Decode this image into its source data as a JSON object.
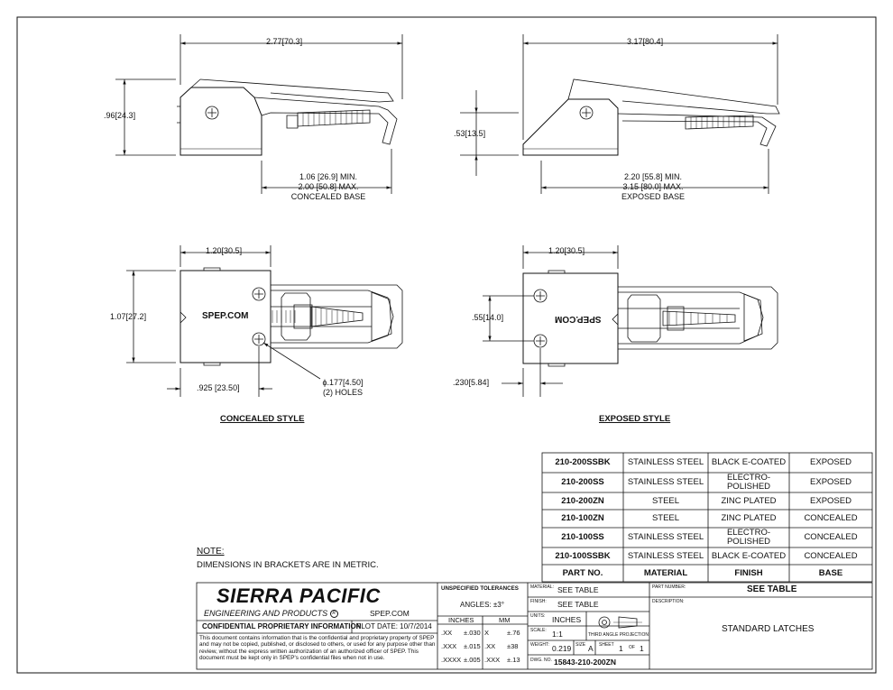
{
  "views": {
    "top_left": {
      "width": "2.77",
      "width_mm": "70.3",
      "height": ".96",
      "height_mm": "24.3",
      "base_line1": "1.06 [26.9] MIN.",
      "base_line2": "2.00 [50.8] MAX.",
      "base_line3": "CONCEALED BASE"
    },
    "top_right": {
      "width": "3.17",
      "width_mm": "80.4",
      "height": ".53",
      "height_mm": "13.5",
      "base_line1": "2.20 [55.8] MIN.",
      "base_line2": "3.15 [80.0] MAX.",
      "base_line3": "EXPOSED BASE"
    },
    "bottom_left": {
      "width": "1.20",
      "width_mm": "30.5",
      "height": "1.07",
      "height_mm": "27.2",
      "offset": ".925",
      "offset_mm": "23.50",
      "hole_dia": "ϕ.177",
      "hole_dia_mm": "4.50",
      "holes": "(2) HOLES",
      "logo": "SPEP.COM",
      "caption": "CONCEALED STYLE"
    },
    "bottom_right": {
      "width": "1.20",
      "width_mm": "30.5",
      "spacing": ".55",
      "spacing_mm": "14.0",
      "offset": ".230",
      "offset_mm": "5.84",
      "logo": "SPEP.COM",
      "caption": "EXPOSED STYLE"
    }
  },
  "parts_table": {
    "rows": [
      [
        "210-200SSBK",
        "STAINLESS STEEL",
        "BLACK E-COATED",
        "EXPOSED"
      ],
      [
        "210-200SS",
        "STAINLESS STEEL",
        "ELECTRO-\nPOLISHED",
        "EXPOSED"
      ],
      [
        "210-200ZN",
        "STEEL",
        "ZINC PLATED",
        "EXPOSED"
      ],
      [
        "210-100ZN",
        "STEEL",
        "ZINC PLATED",
        "CONCEALED"
      ],
      [
        "210-100SS",
        "STAINLESS STEEL",
        "ELECTRO-\nPOLISHED",
        "CONCEALED"
      ],
      [
        "210-100SSBK",
        "STAINLESS STEEL",
        "BLACK E-COATED",
        "CONCEALED"
      ]
    ],
    "header": [
      "PART NO.",
      "MATERIAL",
      "FINISH",
      "BASE"
    ]
  },
  "note": {
    "title": "NOTE:",
    "text": "DIMENSIONS IN BRACKETS ARE IN METRIC."
  },
  "title_block": {
    "company": "SIERRA PACIFIC",
    "company_sub": "ENGINEERING AND PRODUCTS",
    "registered": "R",
    "website": "SPEP.COM",
    "confidential": "CONFIDENTIAL PROPRIETARY INFORMATION",
    "plot_date": "PLOT DATE:  10/7/2014",
    "disclaimer": "This document contains information that is the confidential and proprietary property of SPEP and may not be copied, published, or disclosed to others, or used for any purpose other than review, without the express written authorization of an authorized officer of SPEP. This document must be kept only in SPEP's confidential files when not in use.",
    "tolerances_title": "UNSPECIFIED TOLERANCES",
    "angles": "ANGLES:  ±3°",
    "inches_label": "INCHES",
    "mm_label": "MM",
    "tol_rows": [
      [
        ".XX",
        "±.030",
        "X",
        "±.76"
      ],
      [
        ".XXX",
        "±.015",
        ".XX",
        "±38"
      ],
      [
        ".XXXX",
        "±.005",
        ".XXX",
        "±.13"
      ]
    ],
    "material_label": "MATERIAL:",
    "material_value": "SEE TABLE",
    "finish_label": "FINISH:",
    "finish_value": "SEE TABLE",
    "units_label": "UNITS:",
    "units_value": "INCHES",
    "scale_label": "SCALE:",
    "scale_value": "1:1",
    "projection": "THIRD ANGLE PROJECTION",
    "weight_label": "WEIGHT:",
    "weight_value": "0.219",
    "size_label": "SIZE",
    "size_value": "A",
    "sheet_label": "SHEET",
    "sheet_value": "1",
    "of_label": "OF",
    "of_value": "1",
    "dwg_label": "DWG. NO.",
    "dwg_value": "15843-210-200ZN",
    "partnumber_label": "PART NUMBER:",
    "partnumber_value": "SEE TABLE",
    "description_label": "DESCRIPTION:",
    "description_value": "STANDARD LATCHES"
  }
}
